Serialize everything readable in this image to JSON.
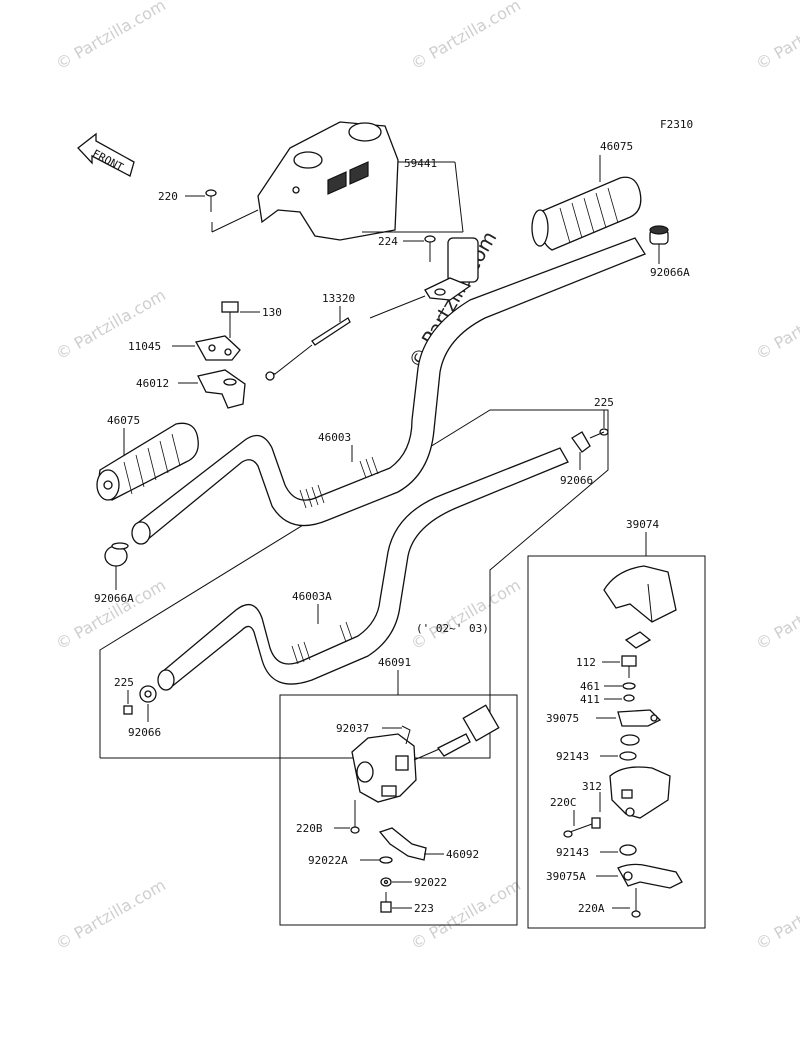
{
  "figure_code": "F2310",
  "front_label": "FRONT",
  "date_note": "(' 02~' 03)",
  "watermark": "© Partzilla.com",
  "parts": {
    "p220_top": "220",
    "p59441": "59441",
    "p46075_r": "46075",
    "p224": "224",
    "p92066A_r": "92066A",
    "p130": "130",
    "p13320": "13320",
    "p11045": "11045",
    "p46012": "46012",
    "p46075_l": "46075",
    "p46003": "46003",
    "p225_r": "225",
    "p92066_r": "92066",
    "p92066A_l": "92066A",
    "p46003A": "46003A",
    "p225_l": "225",
    "p92066_l": "92066",
    "p39074": "39074",
    "p46091": "46091",
    "p92037": "92037",
    "p220B": "220B",
    "p92022A": "92022A",
    "p46092": "46092",
    "p92022": "92022",
    "p223": "223",
    "p112": "112",
    "p461": "461",
    "p411": "411",
    "p39075": "39075",
    "p92143_a": "92143",
    "p312": "312",
    "p220C": "220C",
    "p92143_b": "92143",
    "p39075A": "39075A",
    "p220A": "220A"
  }
}
